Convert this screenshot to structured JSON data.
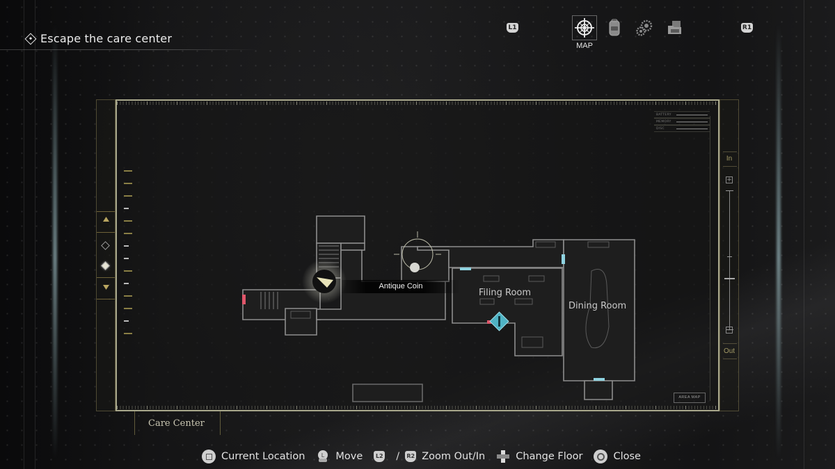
{
  "objective": {
    "icon": "objective-diamond-icon",
    "text": "Escape the care center"
  },
  "top_tabs": {
    "left_shoulder": "L1",
    "right_shoulder": "R1",
    "tabs": [
      {
        "id": "map",
        "icon": "compass-icon",
        "label": "MAP",
        "active": true
      },
      {
        "id": "inventory",
        "icon": "backpack-icon",
        "label": "",
        "active": false
      },
      {
        "id": "settings",
        "icon": "gears-icon",
        "label": "",
        "active": false
      },
      {
        "id": "files",
        "icon": "folder-icon",
        "label": "",
        "active": false
      }
    ]
  },
  "map": {
    "status_panel": [
      {
        "label": "BATTERY"
      },
      {
        "label": "MEMORY"
      },
      {
        "label": "DISC"
      }
    ],
    "floor_nav": {
      "up_icon": "triangle-up-icon",
      "down_icon": "triangle-down-icon",
      "floors": [
        {
          "icon": "diamond-outline-icon",
          "current": false
        },
        {
          "icon": "diamond-filled-icon",
          "current": true
        }
      ]
    },
    "zoom": {
      "in_label": "In",
      "out_label": "Out",
      "plus": "+",
      "minus": "-",
      "level_percent": 50
    },
    "area_map_button": "AREA MAP",
    "location_name": "Care Center",
    "item_marker": {
      "label": "Antique Coin",
      "icon": "coin-icon"
    },
    "player_marker": {
      "icon": "player-arrow-icon"
    },
    "rooms": [
      {
        "name": "Filing Room"
      },
      {
        "name": "Dining Room"
      }
    ],
    "colors": {
      "frame": "#a9a88c",
      "walls": "#8d8d8d",
      "locked_door": "#e0566a",
      "unlocked_door": "#8fd3e0",
      "save_marker": "#4fb3c4",
      "player": "#e8e3b8"
    }
  },
  "controls": [
    {
      "button": "square-button-icon",
      "label": "Current Location"
    },
    {
      "button": "left-stick-icon",
      "label": "Move"
    },
    {
      "button_l": "L2",
      "button_r": "R2",
      "separator": "/",
      "label": "Zoom Out/In"
    },
    {
      "button": "dpad-icon",
      "label": "Change Floor"
    },
    {
      "button": "circle-button-icon",
      "label": "Close"
    }
  ]
}
